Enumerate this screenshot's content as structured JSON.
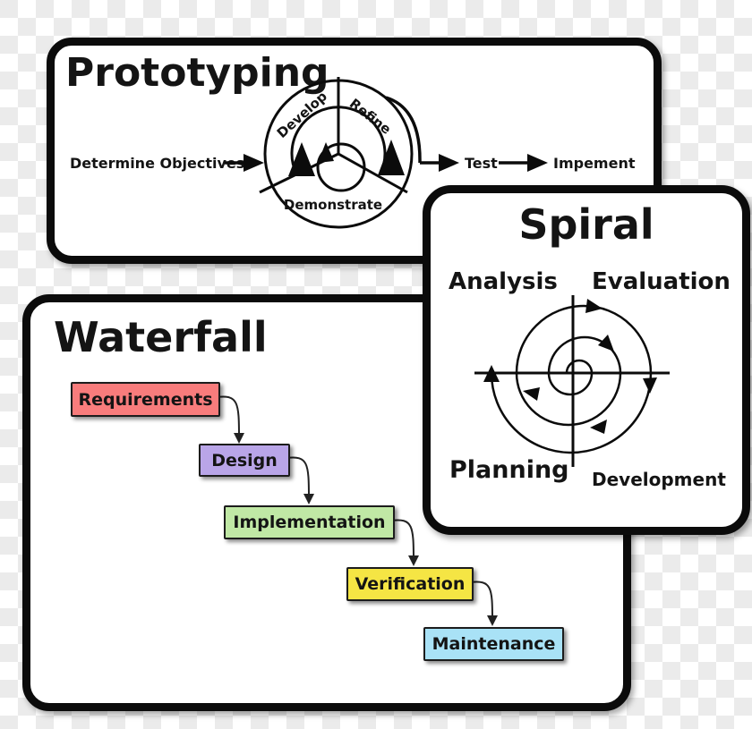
{
  "background": {
    "checker_light": "#ffffff",
    "checker_dark": "#ebebeb"
  },
  "prototyping": {
    "title": "Prototyping",
    "input_label": "Determine Objectives",
    "cycle_labels": {
      "develop": "Develop",
      "refine": "Refine",
      "demonstrate": "Demonstrate"
    },
    "output_labels": {
      "test": "Test",
      "implement": "Impement"
    }
  },
  "spiral": {
    "title": "Spiral",
    "quadrants": {
      "top_left": "Analysis",
      "top_right": "Evaluation",
      "bottom_left": "Planning",
      "bottom_right": "Development"
    }
  },
  "waterfall": {
    "title": "Waterfall",
    "boxes": [
      {
        "label": "Requirements",
        "color": "#f87c7c"
      },
      {
        "label": "Design",
        "color": "#b9a5e8"
      },
      {
        "label": "Implementation",
        "color": "#c0e8a5"
      },
      {
        "label": "Verification",
        "color": "#f5e544"
      },
      {
        "label": "Maintenance",
        "color": "#a9e2f6"
      }
    ]
  }
}
